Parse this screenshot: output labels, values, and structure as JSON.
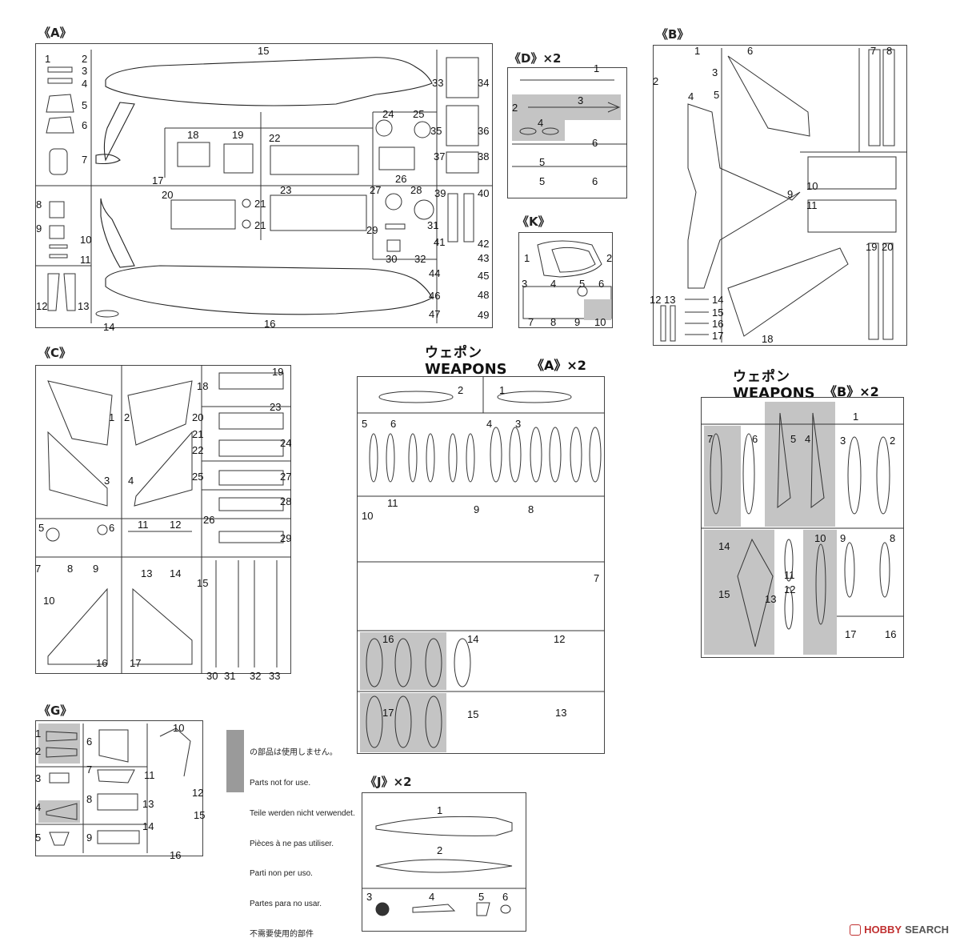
{
  "sprues": [
    {
      "id": "A",
      "label": "《A》",
      "numbers": [
        "1",
        "2",
        "3",
        "4",
        "5",
        "6",
        "7",
        "8",
        "9",
        "10",
        "11",
        "12",
        "13",
        "14",
        "15",
        "16",
        "17",
        "18",
        "19",
        "20",
        "21",
        "21",
        "22",
        "23",
        "24",
        "25",
        "26",
        "27",
        "28",
        "29",
        "30",
        "31",
        "32",
        "33",
        "34",
        "35",
        "36",
        "37",
        "38",
        "39",
        "40",
        "41",
        "42",
        "43",
        "44",
        "45",
        "46",
        "47",
        "48",
        "49"
      ]
    },
    {
      "id": "D",
      "label": "《D》×2",
      "numbers": [
        "1",
        "2",
        "3",
        "4",
        "5",
        "5",
        "6",
        "6"
      ]
    },
    {
      "id": "K",
      "label": "《K》",
      "numbers": [
        "1",
        "2",
        "3",
        "4",
        "5",
        "6",
        "7",
        "8",
        "9",
        "10"
      ]
    },
    {
      "id": "B",
      "label": "《B》",
      "numbers": [
        "1",
        "2",
        "3",
        "4",
        "5",
        "6",
        "7",
        "8",
        "9",
        "10",
        "11",
        "12",
        "13",
        "14",
        "15",
        "16",
        "17",
        "18",
        "19",
        "20"
      ]
    },
    {
      "id": "C",
      "label": "《C》",
      "numbers": [
        "1",
        "2",
        "3",
        "4",
        "5",
        "6",
        "7",
        "8",
        "9",
        "10",
        "11",
        "12",
        "13",
        "14",
        "15",
        "16",
        "17",
        "18",
        "19",
        "20",
        "21",
        "22",
        "23",
        "24",
        "25",
        "26",
        "27",
        "28",
        "29",
        "30",
        "31",
        "32",
        "33"
      ]
    },
    {
      "id": "WA",
      "label": "《A》×2",
      "numbers": [
        "1",
        "2",
        "3",
        "4",
        "5",
        "6",
        "7",
        "8",
        "9",
        "10",
        "11",
        "12",
        "13",
        "14",
        "15",
        "16",
        "17"
      ]
    },
    {
      "id": "WB",
      "label": "《B》×2",
      "numbers": [
        "1",
        "2",
        "3",
        "4",
        "5",
        "6",
        "7",
        "8",
        "9",
        "10",
        "11",
        "12",
        "13",
        "14",
        "15",
        "16",
        "17"
      ]
    },
    {
      "id": "G",
      "label": "《G》",
      "numbers": [
        "1",
        "2",
        "3",
        "4",
        "5",
        "6",
        "7",
        "8",
        "9",
        "10",
        "11",
        "12",
        "13",
        "14",
        "15",
        "16"
      ]
    },
    {
      "id": "J",
      "label": "《J》×2",
      "numbers": [
        "1",
        "2",
        "3",
        "4",
        "5",
        "6"
      ]
    }
  ],
  "weapons_a": {
    "jp": "ウェポン",
    "en": "WEAPONS",
    "mult": "《A》×2"
  },
  "weapons_b": {
    "jp": "ウェポン",
    "en": "WEAPONS",
    "mult": "《B》×2"
  },
  "legend": {
    "swatch_color": "#9a9a9a",
    "lines": [
      "の部品は使用しません。",
      "Parts not for use.",
      "Teile werden nicht verwendet.",
      "Pièces à ne pas utiliser.",
      "Parti non per uso.",
      "Partes para no usar.",
      "不需要使用的部件"
    ]
  },
  "watermark": {
    "brand": "HOBBY",
    "rest": "SEARCH"
  }
}
